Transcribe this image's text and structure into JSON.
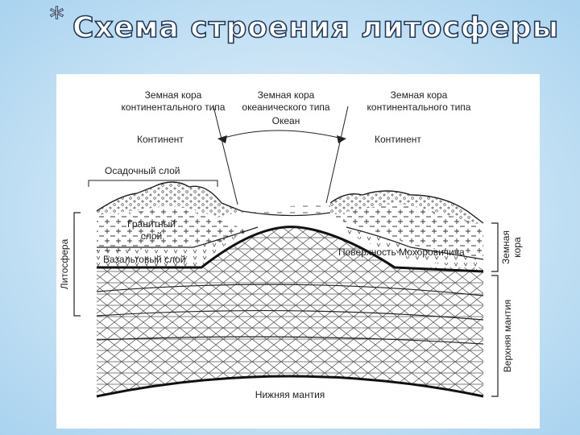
{
  "title": "Схема строения литосферы",
  "bullet": "*",
  "labels": {
    "crust_cont_left": [
      "Земная кора",
      "континентального типа"
    ],
    "crust_ocean": [
      "Земная кора",
      "океанического типа"
    ],
    "crust_cont_right": [
      "Земная кора",
      "континентального типа"
    ],
    "ocean": "Океан",
    "continent_left": "Континент",
    "continent_right": "Континент",
    "sedimentary": "Осадочный слой",
    "granite": [
      "Гранитный",
      "слой"
    ],
    "basalt": "Базальтовый слой",
    "moho": "Поверхность Мохоровичича",
    "lithosphere": "Литосфера",
    "earth_crust": [
      "Земная",
      "кора"
    ],
    "upper_mantle": "Верхняя мантия",
    "lower_mantle": "Нижняя мантия"
  },
  "colors": {
    "line": "#222222",
    "hatch": "#555555",
    "background": "#ffffff"
  }
}
